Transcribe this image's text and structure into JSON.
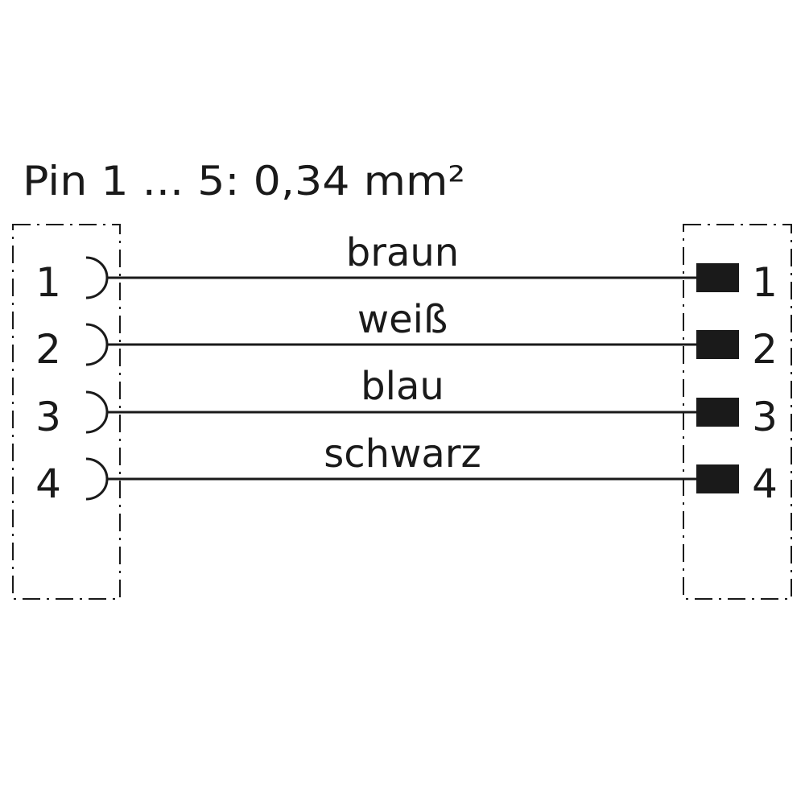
{
  "diagram": {
    "title": "Pin 1 ... 5: 0,34 mm²",
    "colors": {
      "ink": "#1a1a1a",
      "background": "#ffffff"
    },
    "left_connector": {
      "type": "socket (female)",
      "pins": [
        "1",
        "2",
        "3",
        "4"
      ]
    },
    "right_connector": {
      "type": "plug (male)",
      "pins": [
        "1",
        "2",
        "3",
        "4"
      ]
    },
    "wires": [
      {
        "from_pin": "1",
        "to_pin": "1",
        "color_label": "braun"
      },
      {
        "from_pin": "2",
        "to_pin": "2",
        "color_label": "weiß"
      },
      {
        "from_pin": "3",
        "to_pin": "3",
        "color_label": "blau"
      },
      {
        "from_pin": "4",
        "to_pin": "4",
        "color_label": "schwarz"
      }
    ]
  }
}
